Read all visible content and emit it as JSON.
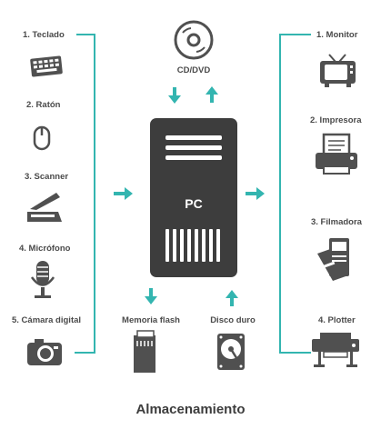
{
  "inputs": [
    {
      "label": "1. Teclado",
      "icon": "keyboard-icon"
    },
    {
      "label": "2. Ratón",
      "icon": "mouse-icon"
    },
    {
      "label": "3. Scanner",
      "icon": "scanner-icon"
    },
    {
      "label": "4. Micrófono",
      "icon": "microphone-icon"
    },
    {
      "label": "5. Cámara digital",
      "icon": "camera-icon"
    }
  ],
  "outputs": [
    {
      "label": "1. Monitor",
      "icon": "monitor-icon"
    },
    {
      "label": "2. Impresora",
      "icon": "printer-icon"
    },
    {
      "label": "3. Filmadora",
      "icon": "filmadora-icon"
    },
    {
      "label": "4. Plotter",
      "icon": "plotter-icon"
    }
  ],
  "top_device": {
    "label": "CD/DVD",
    "icon": "cd-dvd-icon"
  },
  "central_unit": {
    "label": "PC",
    "icon": "pc-tower-icon"
  },
  "storage": [
    {
      "label": "Memoria flash",
      "icon": "memory-card-icon"
    },
    {
      "label": "Disco duro",
      "icon": "hard-disk-icon"
    }
  ],
  "caption": "Almacenamiento",
  "colors": {
    "accent": "#33b5b0",
    "icon": "#505050",
    "text": "#4a4a4a"
  }
}
